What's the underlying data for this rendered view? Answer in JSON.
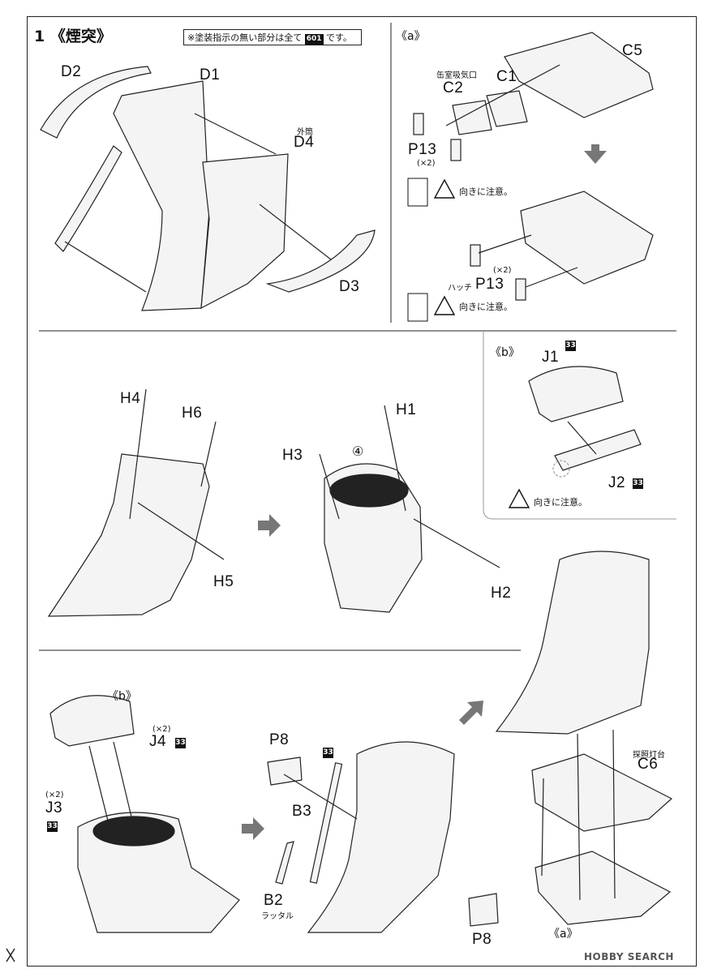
{
  "step": {
    "number": "1",
    "title": "《煙突》"
  },
  "notice": {
    "text": "※塗装指示の無い部分は全て",
    "paint_code": "601",
    "suffix": "です。"
  },
  "panel_a": {
    "label": "《a》",
    "parts": [
      "C5",
      "C1",
      "C2",
      "P13"
    ],
    "c2_caption": "缶室吸気口",
    "p13_count": "(×2)",
    "caution": "向きに注意。",
    "hatch_caption": "ハッチ",
    "p13_lower": "P13",
    "p13_lower_count": "(×2)",
    "caution2": "向きに注意。"
  },
  "top_left": {
    "d2": "D2",
    "d1": "D1",
    "d4_caption": "外筒",
    "d4": "D4",
    "d3": "D3"
  },
  "middle": {
    "h4": "H4",
    "h6": "H6",
    "h5": "H5",
    "h3": "H3",
    "h1": "H1",
    "h2": "H2",
    "circled4": "④"
  },
  "panel_b": {
    "label": "《b》",
    "j1": "J1",
    "j1_badge": "33",
    "j2": "J2",
    "j2_badge": "33",
    "caution": "向きに注意。"
  },
  "bottom": {
    "b_label": "《b》",
    "j4_count": "(×2)",
    "j4": "J4",
    "j4_badge": "33",
    "j3_count": "(×2)",
    "j3": "J3",
    "j3_badge": "33",
    "p8_top": "P8",
    "b3": "B3",
    "b3_badge": "33",
    "b2": "B2",
    "b2_caption": "ラッタル",
    "p8_bottom": "P8",
    "c6_caption": "探照灯台",
    "c6": "C6",
    "a_label": "《a》"
  },
  "watermark": "HOBBY SEARCH"
}
